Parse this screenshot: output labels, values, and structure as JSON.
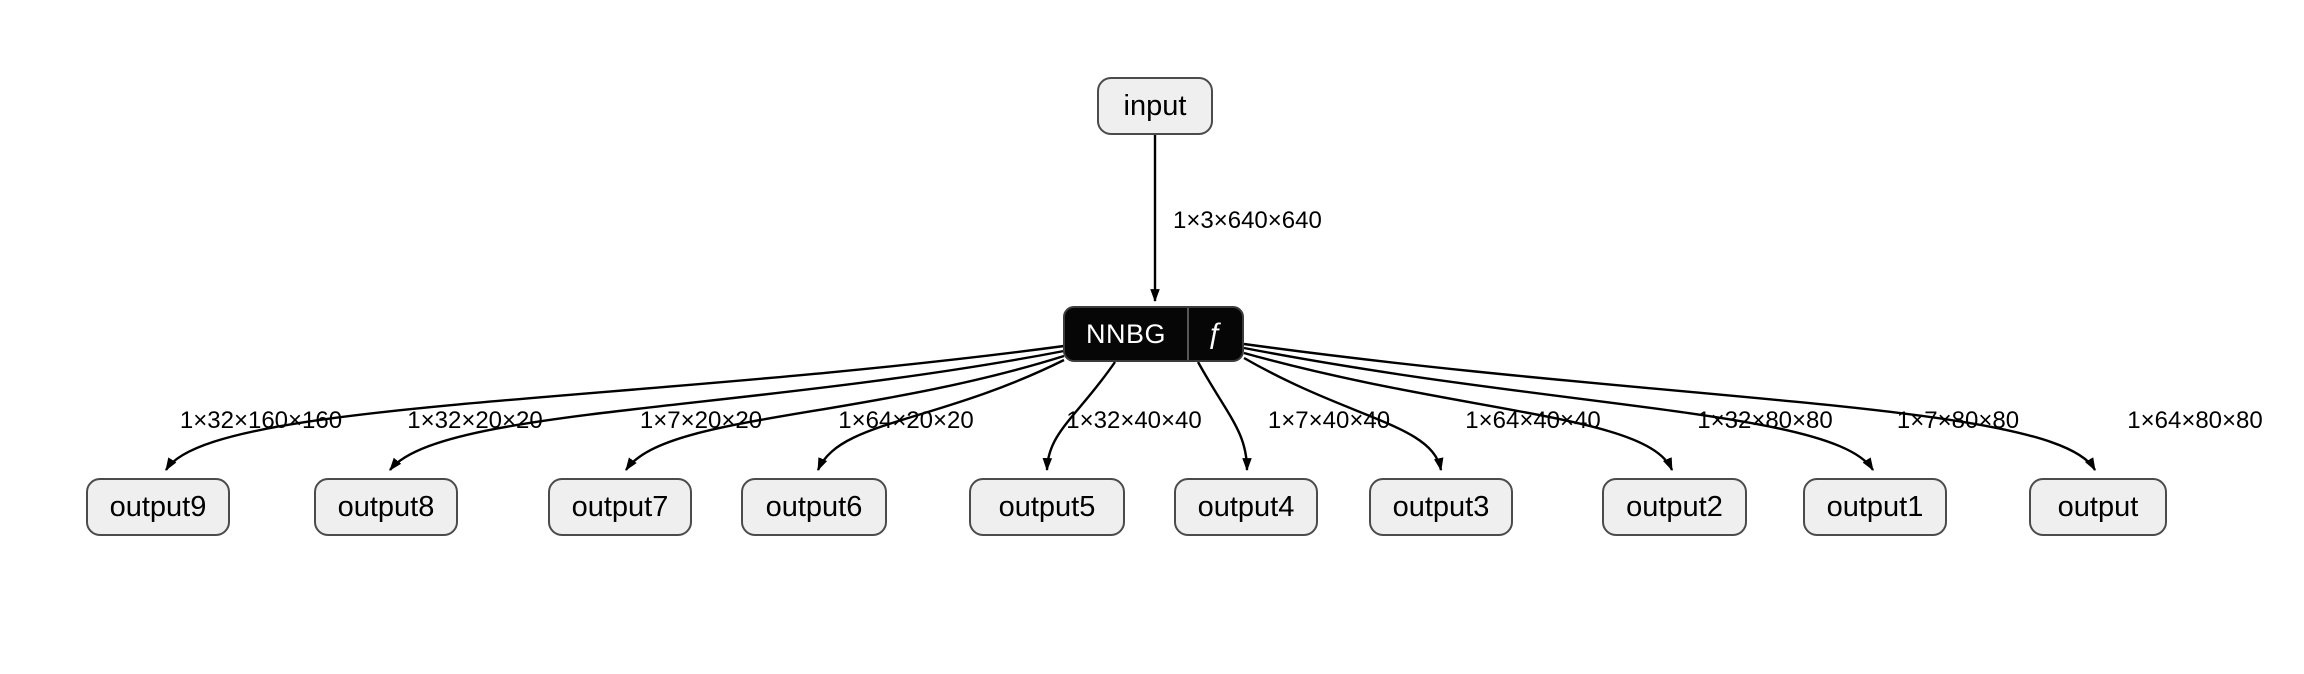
{
  "diagram": {
    "type": "model-graph",
    "input_node": {
      "label": "input"
    },
    "op_node": {
      "label": "NNBG",
      "fn_symbol": "ƒ"
    },
    "input_edge": {
      "shape": "1×3×640×640"
    },
    "outputs": [
      {
        "label": "output9",
        "edge_label": "1×32×160×160"
      },
      {
        "label": "output8",
        "edge_label": "1×32×20×20"
      },
      {
        "label": "output7",
        "edge_label": "1×7×20×20"
      },
      {
        "label": "output6",
        "edge_label": "1×64×20×20"
      },
      {
        "label": "output5",
        "edge_label": "1×32×40×40"
      },
      {
        "label": "output4",
        "edge_label": "1×7×40×40"
      },
      {
        "label": "output3",
        "edge_label": "1×64×40×40"
      },
      {
        "label": "output2",
        "edge_label": "1×32×80×80"
      },
      {
        "label": "output1",
        "edge_label": "1×7×80×80"
      },
      {
        "label": "output",
        "edge_label": "1×64×80×80"
      }
    ],
    "colors": {
      "background": "#ffffff",
      "node_fill": "#efefef",
      "node_border": "#4b4b4b",
      "op_fill": "#060606",
      "op_text": "#ffffff",
      "edge": "#000000",
      "text": "#000000"
    }
  }
}
